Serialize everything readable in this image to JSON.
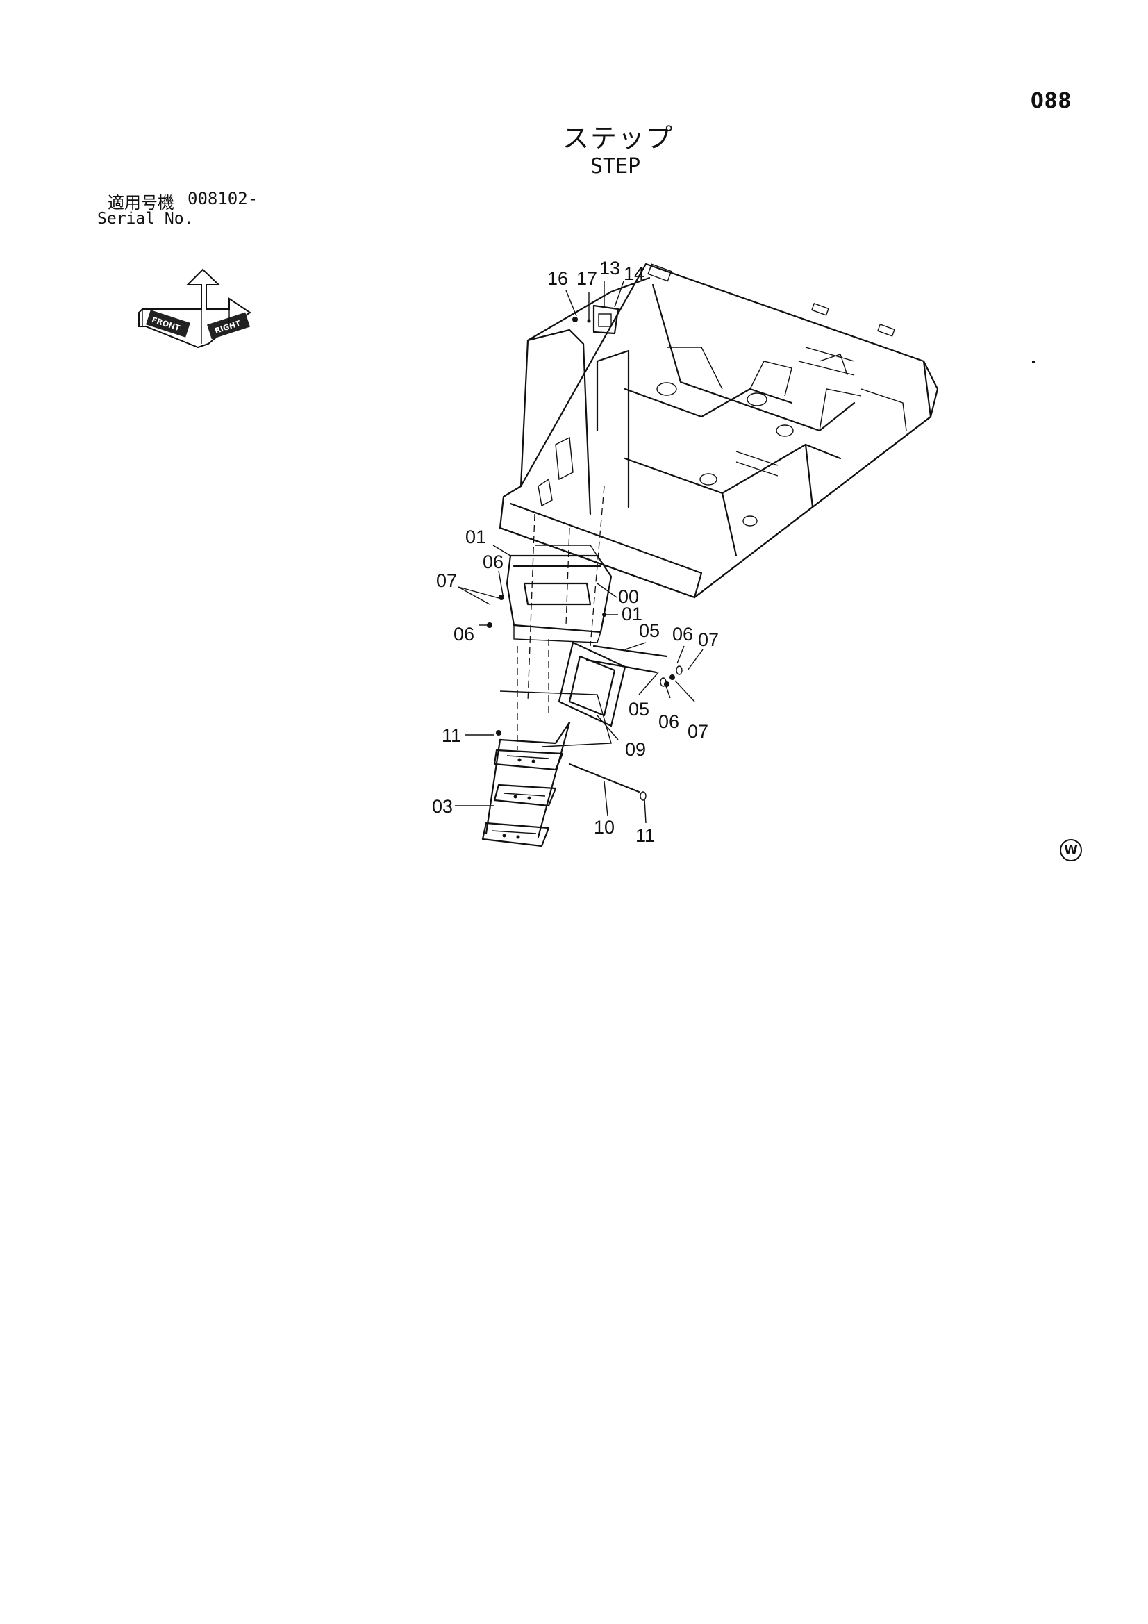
{
  "page_number": "088",
  "title_jp": "ステップ",
  "title_en": "STEP",
  "serial": {
    "label_jp": "適用号機",
    "value": "008102-",
    "label_en": "Serial No."
  },
  "orientation_badge": {
    "front": "FRONT",
    "right": "RIGHT"
  },
  "callouts": [
    "16",
    "17",
    "13",
    "14",
    "01",
    "06",
    "07",
    "06",
    "00",
    "01",
    "05",
    "06",
    "07",
    "05",
    "06",
    "07",
    "09",
    "11",
    "03",
    "10",
    "11"
  ],
  "corner_mark": "W"
}
